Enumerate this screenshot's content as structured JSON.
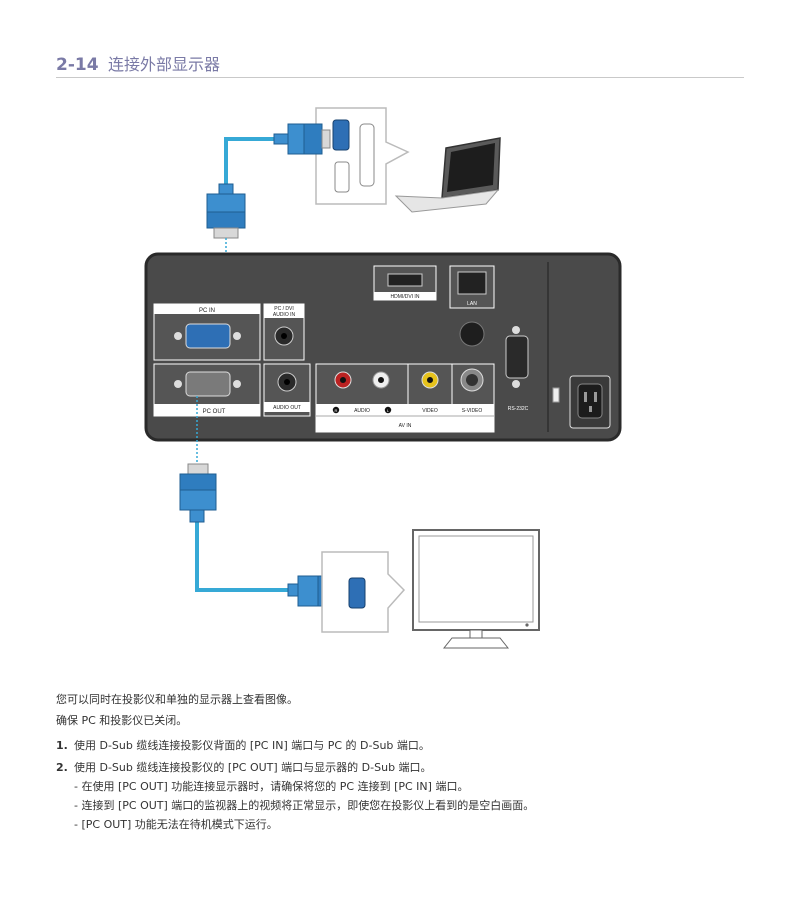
{
  "section": {
    "number": "2-14",
    "title": "连接外部显示器"
  },
  "labels": {
    "pc_in": "PC IN",
    "pc_dvi_audio_in_1": "PC / DVI",
    "pc_dvi_audio_in_2": "AUDIO IN",
    "hdmi_dvi_in": "HDMI/DVI IN",
    "lan": "LAN",
    "rs232c": "RS-232C",
    "pc_out": "PC OUT",
    "audio_out": "AUDIO OUT",
    "audio": "AUDIO",
    "video": "VIDEO",
    "s_video": "S-VIDEO",
    "av_in": "AV IN",
    "audio_r": "R",
    "audio_l": "L"
  },
  "content": {
    "intro1": "您可以同时在投影仪和单独的显示器上查看图像。",
    "intro2": "确保 PC 和投影仪已关闭。",
    "step1_num": "1.",
    "step1": "使用 D-Sub 缆线连接投影仪背面的 [PC IN] 端口与 PC 的 D-Sub 端口。",
    "step2_num": "2.",
    "step2": "使用 D-Sub 缆线连接投影仪的 [PC OUT] 端口与显示器的 D-Sub 端口。",
    "note1": "- 在使用 [PC OUT] 功能连接显示器时，请确保将您的 PC 连接到 [PC IN] 端口。",
    "note2": "- 连接到 [PC OUT] 端口的监视器上的视频将正常显示，即使您在投影仪上看到的是空白画面。",
    "note3": "- [PC OUT] 功能无法在待机模式下运行。"
  },
  "colors": {
    "accent": "#7a7aa6",
    "cable": "#36a9d6",
    "connector": "#3d8fcf",
    "panel": "#4a4a4a"
  }
}
